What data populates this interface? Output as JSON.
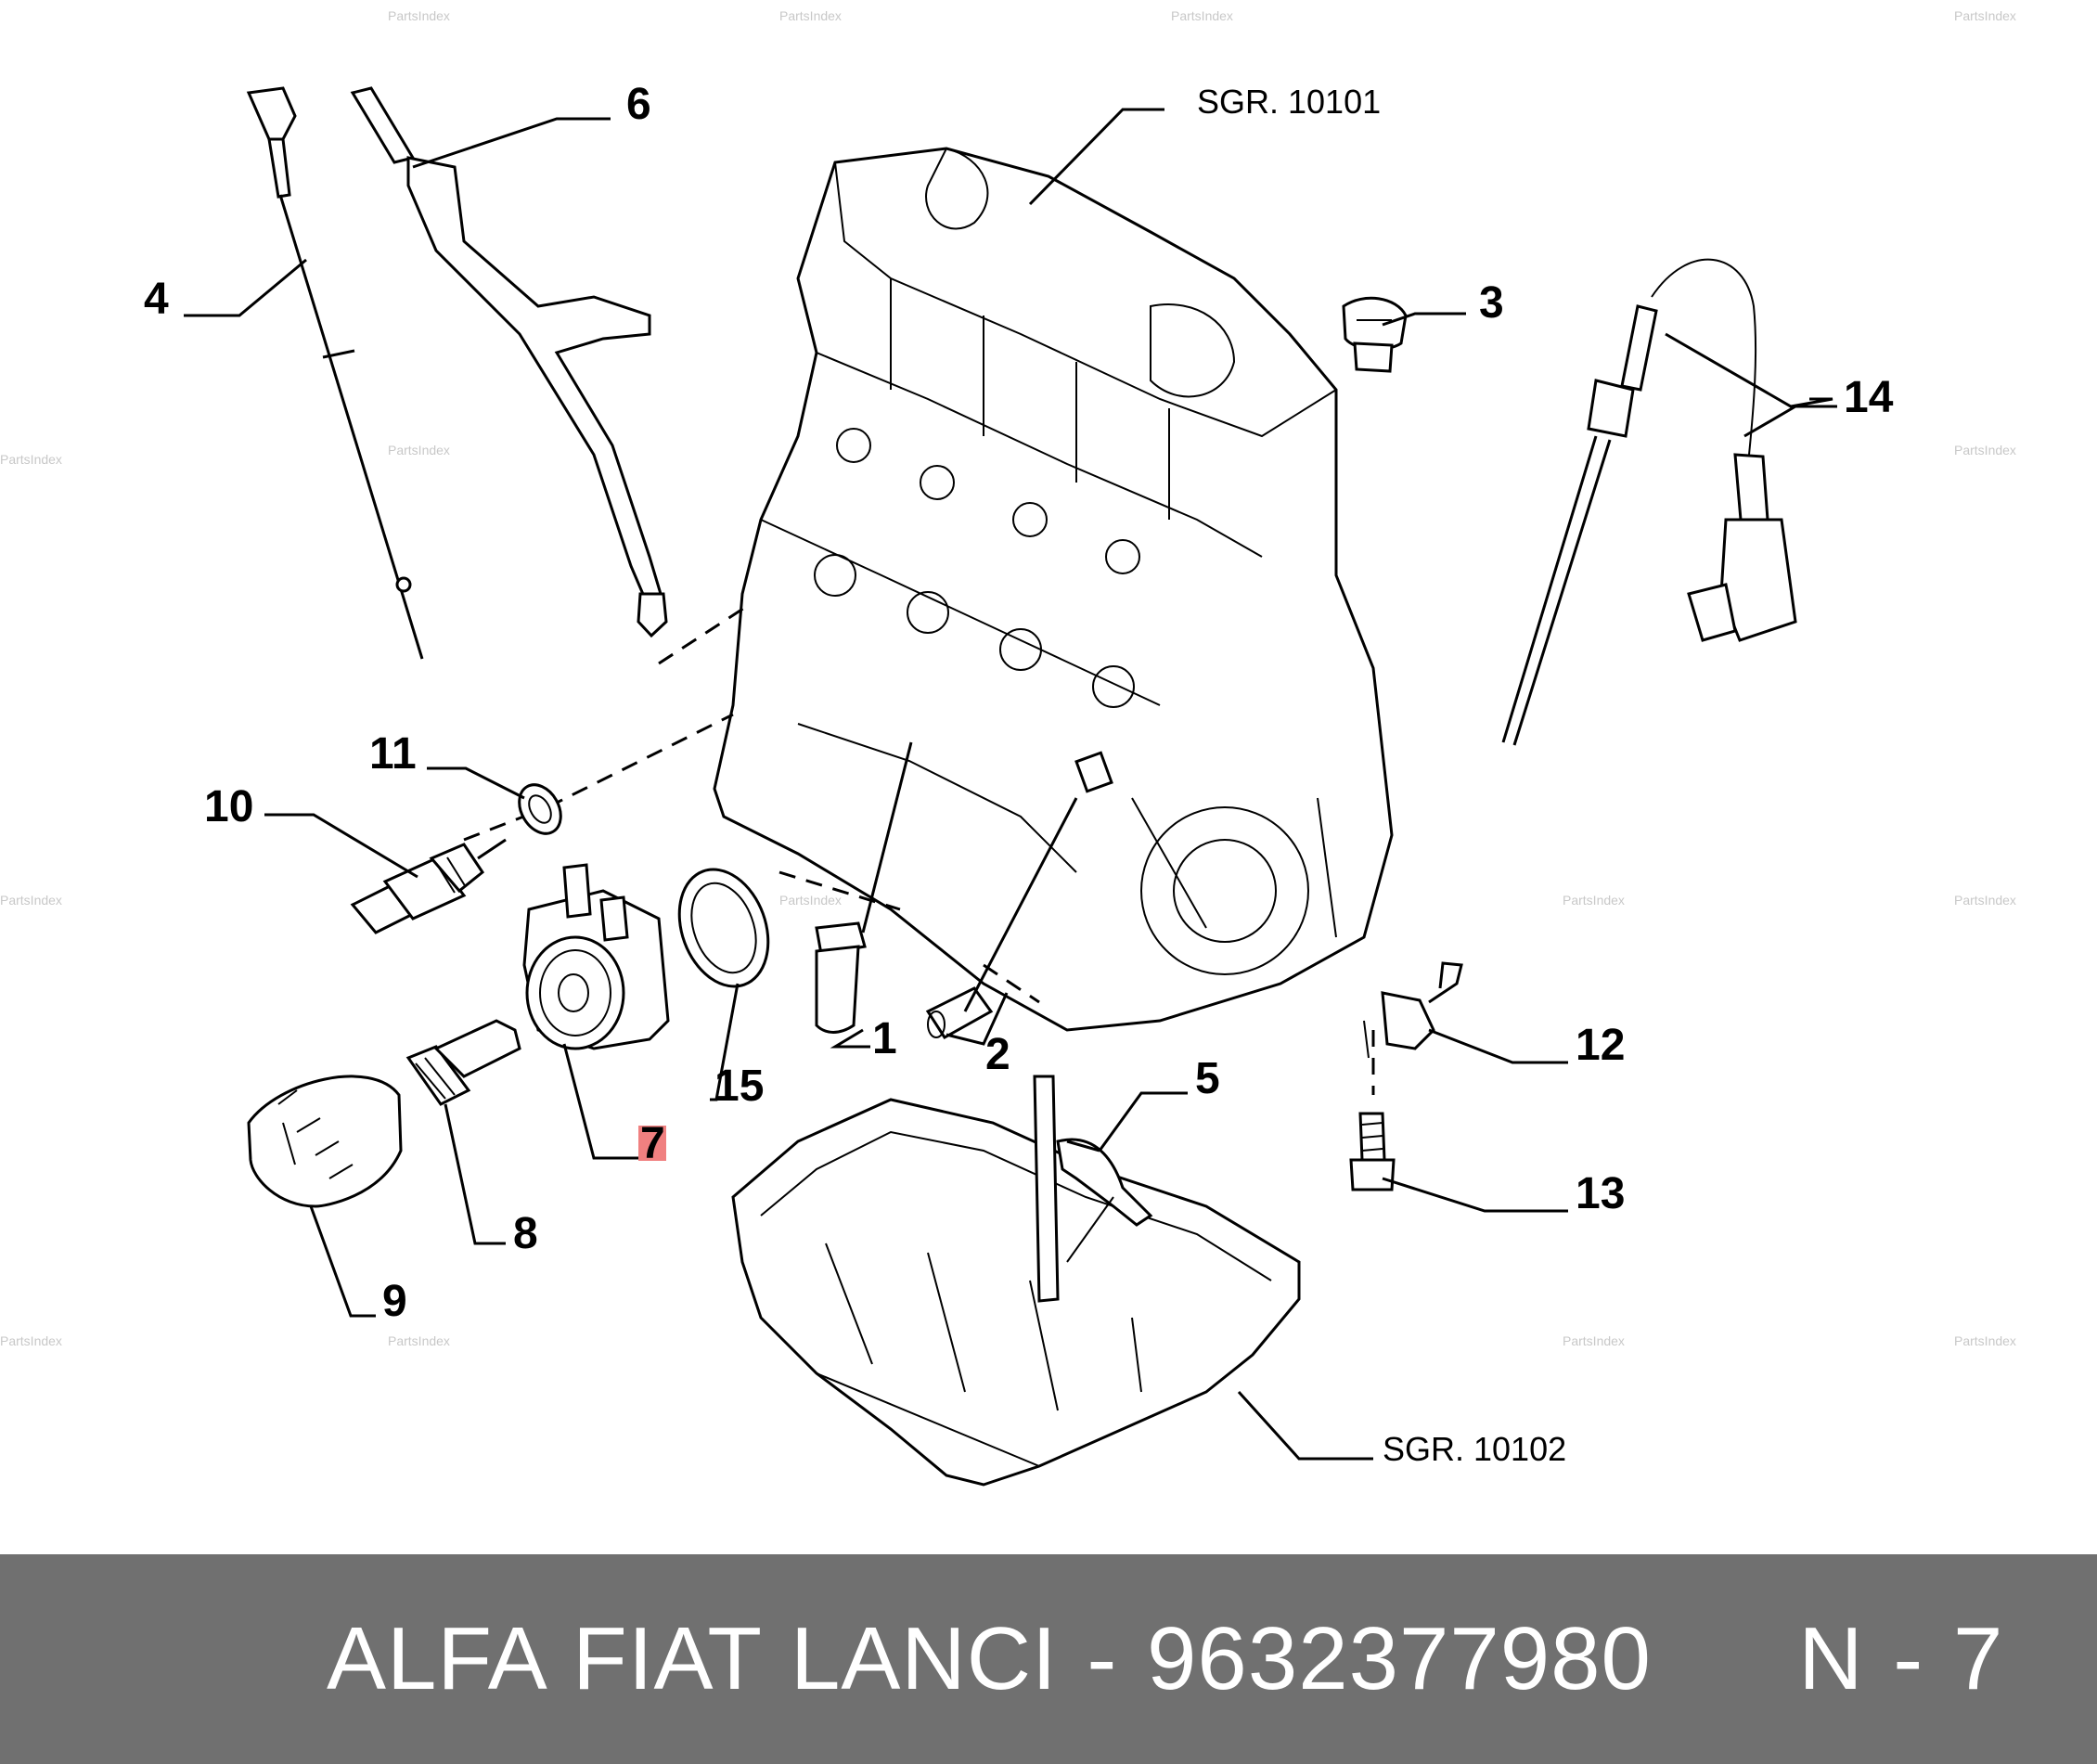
{
  "watermark": "PartsIndex",
  "references": {
    "engine_block": "SGR. 10101",
    "oil_pan": "SGR. 10102"
  },
  "callouts": {
    "c1": "1",
    "c2": "2",
    "c3": "3",
    "c4": "4",
    "c5": "5",
    "c6": "6",
    "c7": "7",
    "c8": "8",
    "c9": "9",
    "c10": "10",
    "c11": "11",
    "c12": "12",
    "c13": "13",
    "c14": "14",
    "c15": "15"
  },
  "highlight_color": "#f08080",
  "footer": {
    "text": "ALFA FIAT LANCI - 9632377980     N - 7",
    "background": "#707070"
  }
}
